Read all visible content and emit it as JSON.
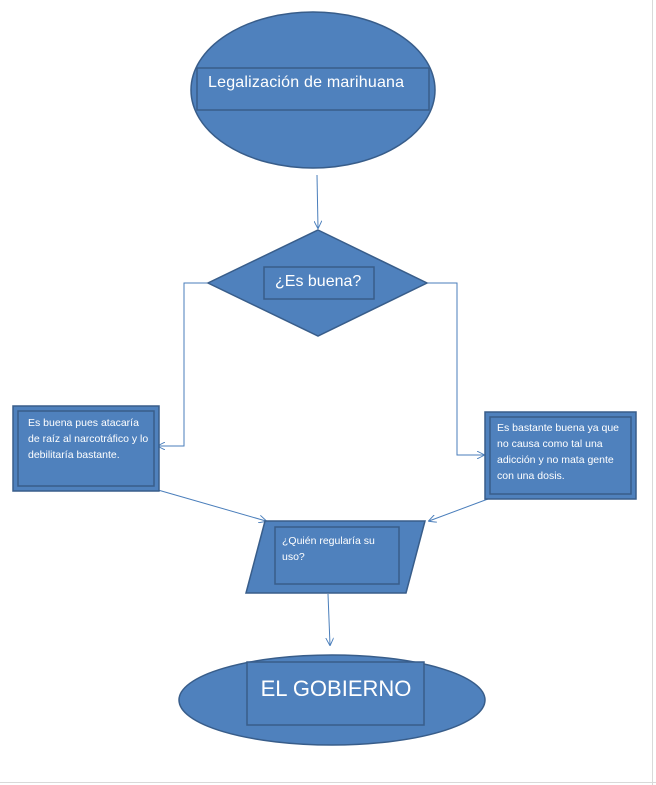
{
  "diagram": {
    "title_node": "Legalización  de marihuana",
    "decision_node": "¿Es buena?",
    "left_branch": "Es buena pues atacaría de raíz al narcotráfico y lo debilitaría bastante.",
    "right_branch": "Es bastante buena ya que no causa como tal una adicción y no mata gente con una dosis.",
    "io_node": "¿Quién regularía su uso?",
    "end_node": "EL GOBIERNO"
  },
  "colors": {
    "shape_fill": "#4f81bd",
    "shape_stroke": "#385d8a",
    "connector": "#4a7ebb",
    "text": "#ffffff"
  }
}
